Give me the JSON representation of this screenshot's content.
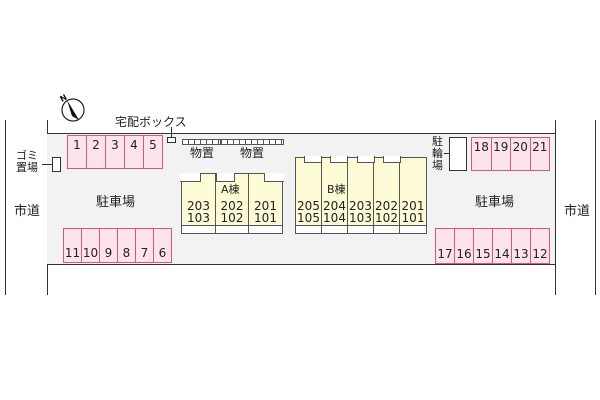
{
  "compass": {
    "label": "N"
  },
  "road_left": "市道",
  "road_right": "市道",
  "garbage": "ゴミ置場",
  "delivery_box": "宅配ボックス",
  "storage": [
    "物置",
    "物置"
  ],
  "bicycle": "駐輪場",
  "parking_label_left": "駐車場",
  "parking_label_right": "駐車場",
  "parking_top_left": [
    "1",
    "2",
    "3",
    "4",
    "5"
  ],
  "parking_bottom_left": [
    "11",
    "10",
    "9",
    "8",
    "7",
    "6"
  ],
  "parking_top_right": [
    "18",
    "19",
    "20",
    "21"
  ],
  "parking_bottom_right": [
    "17",
    "16",
    "15",
    "14",
    "13",
    "12"
  ],
  "building_a": {
    "name": "A棟",
    "units": [
      [
        "203",
        "103"
      ],
      [
        "202",
        "102"
      ],
      [
        "201",
        "101"
      ]
    ]
  },
  "building_b": {
    "name": "B棟",
    "units": [
      [
        "205",
        "105"
      ],
      [
        "204",
        "104"
      ],
      [
        "203",
        "103"
      ],
      [
        "202",
        "102"
      ],
      [
        "201",
        "101"
      ]
    ]
  },
  "colors": {
    "parking_fill": "#fde4ec",
    "parking_border": "#d9567a",
    "building_fill": "#fdfbd5",
    "site_fill": "#f2f2f2"
  }
}
